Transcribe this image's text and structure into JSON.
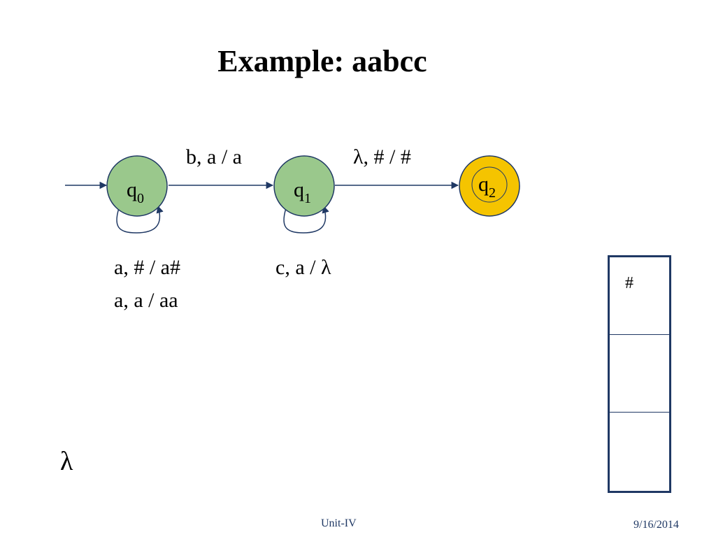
{
  "slide": {
    "title": "Example: aabcc",
    "footer_center": "Unit-IV",
    "footer_date": "9/16/2014",
    "empty_string_symbol": "λ"
  },
  "automaton": {
    "states": [
      {
        "id": "q0",
        "name": "q",
        "sub": "0",
        "initial": true,
        "final": false,
        "fill": "#9ac88c"
      },
      {
        "id": "q1",
        "name": "q",
        "sub": "1",
        "initial": false,
        "final": false,
        "fill": "#9ac88c"
      },
      {
        "id": "q2",
        "name": "q",
        "sub": "2",
        "initial": false,
        "final": true,
        "fill": "#f5c400"
      }
    ],
    "transitions": [
      {
        "from": "q0",
        "to": "q1",
        "label": "b, a / a"
      },
      {
        "from": "q1",
        "to": "q2",
        "label": "λ, # / #"
      },
      {
        "from": "q0",
        "to": "q0",
        "label_lines": [
          "a, # / a#",
          "a, a / aa"
        ]
      },
      {
        "from": "q1",
        "to": "q1",
        "label": "c, a / λ"
      }
    ],
    "edge_color": "#1f3864"
  },
  "stack": {
    "cells": [
      "#",
      "",
      ""
    ]
  }
}
